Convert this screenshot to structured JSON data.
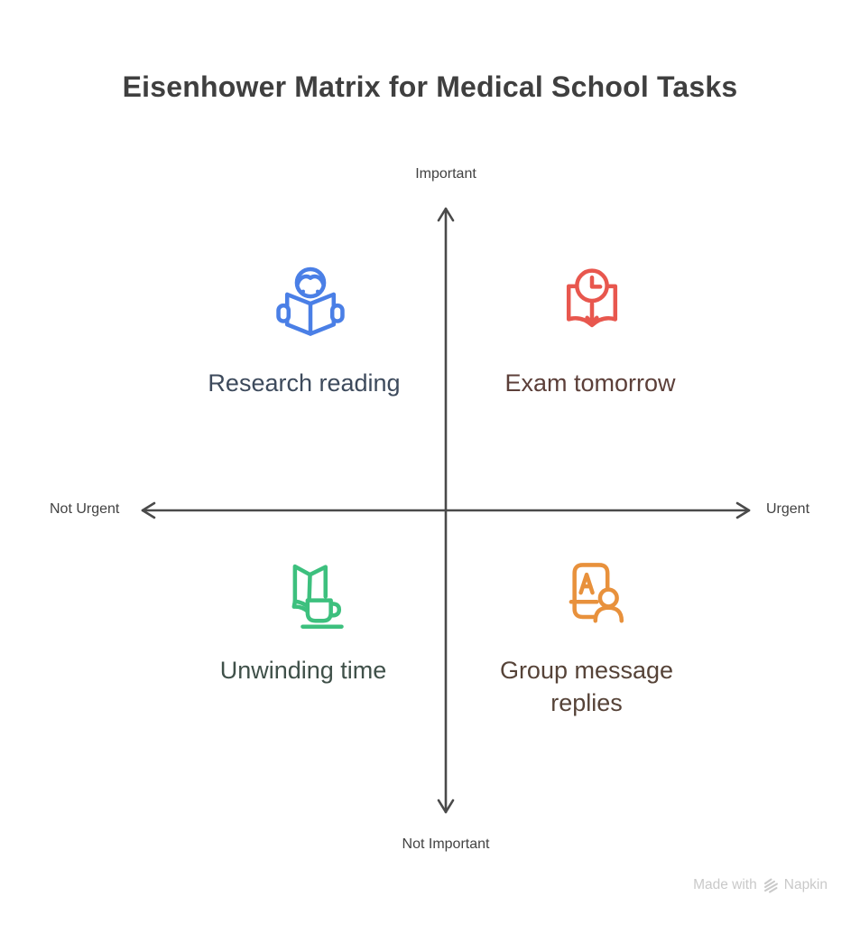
{
  "title": {
    "text": "Eisenhower Matrix for Medical School Tasks",
    "color": "#3F3F3F"
  },
  "axes": {
    "color": "#4A4A4A",
    "label_color": "#424242",
    "top": "Important",
    "bottom": "Not Important",
    "left": "Not Urgent",
    "right": "Urgent"
  },
  "quadrants": {
    "top_left": {
      "label": "Research reading",
      "icon": "person-reading-book-icon",
      "icon_color": "#4A7FE6",
      "label_color": "#3D4A5C"
    },
    "top_right": {
      "label": "Exam tomorrow",
      "icon": "book-with-clock-icon",
      "icon_color": "#E8574E",
      "label_color": "#5C3F39"
    },
    "bottom_left": {
      "label": "Unwinding time",
      "icon": "book-and-mug-icon",
      "icon_color": "#3DC07E",
      "label_color": "#3F5049"
    },
    "bottom_right": {
      "label": "Group message replies",
      "icon": "contact-card-person-icon",
      "icon_color": "#E8913C",
      "label_color": "#564338"
    }
  },
  "watermark": {
    "prefix": "Made with",
    "brand": "Napkin",
    "color": "#C9C9C9"
  }
}
